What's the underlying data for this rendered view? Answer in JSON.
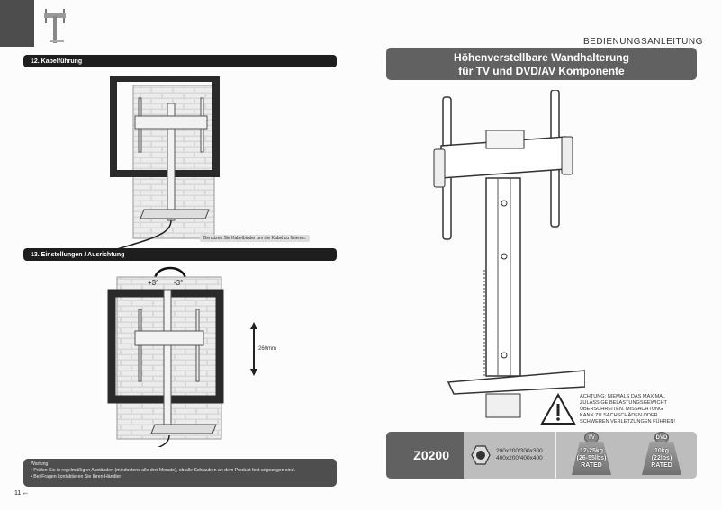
{
  "header": {
    "manual_label": "BEDIENUNGSANLEITUNG"
  },
  "left_page": {
    "section12": {
      "title": "12. Kabelführung",
      "caption": "Benutzen Sie Kabelbinder um die Kabel zu fixieren."
    },
    "section13": {
      "title": "13. Einstellungen / Ausrichtung",
      "tilt_plus": "+3°",
      "tilt_minus": "-3°",
      "height_range": "260mm"
    },
    "maintenance": {
      "heading": "Wartung",
      "bullet1": "• Prüfen Sie in regelmäßigen Abständen (mindestens alle drei Monate), ob alle Schrauben an dem Produkt fest angezogen sind.",
      "bullet2": "• Bei Fragen kontaktieren Sie Ihren Händler"
    },
    "page_number": "11"
  },
  "right_page": {
    "title_line1": "Höhenverstellbare Wandhalterung",
    "title_line2": "für TV und DVD/AV Komponente",
    "warning": {
      "line1": "ACHTUNG: NIEMALS DAS MAXIMAL",
      "line2": "ZULÄSSIGE BELASTUNGSGEWICHT",
      "line3": "ÜBERSCHREITEN. MISSACHTUNG",
      "line4": "KANN ZU SACHSCHÄDEN ODER",
      "line5": "SCHWEREN VERLETZUNGEN FÜHREN!"
    },
    "footer": {
      "model": "Z0200",
      "vesa_line1": "200x200/300x300",
      "vesa_line2": "400x200/400x400",
      "tv_badge": {
        "label": "TV",
        "weight": "12-25kg",
        "weight_lbs": "(26-55lbs)",
        "rated": "RATED"
      },
      "dvd_badge": {
        "label": "DVD",
        "weight": "10kg",
        "weight_lbs": "(22lbs)",
        "rated": "RATED"
      }
    }
  },
  "colors": {
    "dark_bar": "#1e1e1e",
    "title_gray": "#616161",
    "spec_gray": "#bdbdbd",
    "note_gray": "#4e4e4e"
  }
}
